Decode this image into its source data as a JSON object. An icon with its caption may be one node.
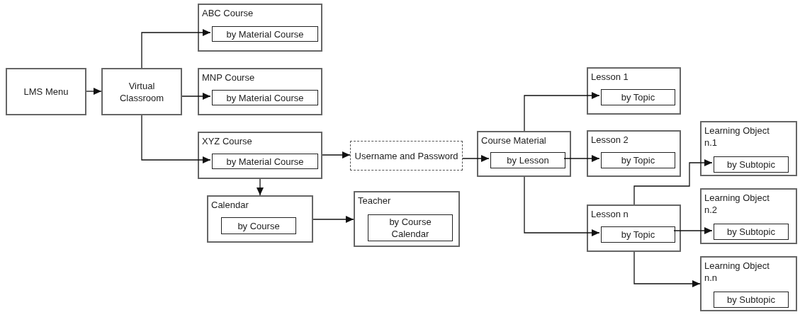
{
  "diagram": {
    "nodes": [
      {
        "text": [
          "LMS Menu"
        ]
      },
      {
        "text": [
          "Virtual Classroom"
        ]
      },
      {
        "text": [
          "ABC Course"
        ]
      },
      {
        "text": [
          "by Material Course"
        ],
        "in": 2
      },
      {
        "text": [
          "MNP Course"
        ]
      },
      {
        "text": [
          "by Material Course"
        ],
        "in": 4
      },
      {
        "text": [
          "XYZ Course"
        ]
      },
      {
        "text": [
          "by Material Course"
        ],
        "in": 6
      },
      {
        "text": [
          "Username and Password"
        ]
      },
      {
        "text": [
          "Course Material"
        ]
      },
      {
        "text": [
          "by Lesson"
        ],
        "in": 9
      },
      {
        "text": [
          "Lesson 1"
        ]
      },
      {
        "text": [
          "by Topic"
        ],
        "in": 11
      },
      {
        "text": [
          "Lesson 2"
        ]
      },
      {
        "text": [
          "by Topic"
        ],
        "in": 13
      },
      {
        "text": [
          "Calendar"
        ]
      },
      {
        "text": [
          "by Course"
        ],
        "in": 15
      },
      {
        "text": [
          "Teacher"
        ]
      },
      {
        "text": [
          "by Course Calendar"
        ],
        "in": 17
      },
      {
        "text": [
          "Lesson n"
        ]
      },
      {
        "text": [
          "by Topic"
        ],
        "in": 19
      },
      {
        "text": [
          "Learning Object n.1"
        ]
      },
      {
        "text": [
          "by Subtopic"
        ],
        "in": 21
      },
      {
        "text": [
          "Learning Object n.2"
        ]
      },
      {
        "text": [
          "by Subtopic"
        ],
        "in": 23
      },
      {
        "text": [
          "Learning Object n.n"
        ]
      },
      {
        "text": [
          "by Subtopic"
        ],
        "in": 25
      }
    ],
    "edges": [
      {
        "from": 0,
        "to": 1,
        "arrow": "to"
      },
      {
        "from": 1,
        "to": 3,
        "arrow": "to"
      },
      {
        "from": 1,
        "to": 5,
        "arrow": "to"
      },
      {
        "from": 1,
        "to": 7,
        "arrow": "to"
      },
      {
        "from": 6,
        "to": 8,
        "arrow": "to"
      },
      {
        "from": 6,
        "to": 15,
        "arrow": "to"
      },
      {
        "from": 15,
        "to": 17,
        "arrow": "to"
      },
      {
        "from": 8,
        "to": 10,
        "arrow": "to"
      },
      {
        "from": 9,
        "to": 12,
        "arrow": "to"
      },
      {
        "from": 10,
        "to": 14,
        "arrow": "to"
      },
      {
        "from": 9,
        "to": 20,
        "arrow": "to"
      },
      {
        "from": 19,
        "to": 22,
        "arrow": "to"
      },
      {
        "from": 20,
        "to": 24,
        "arrow": "to"
      },
      {
        "from": 19,
        "to": 25,
        "arrow": "to"
      }
    ]
  }
}
